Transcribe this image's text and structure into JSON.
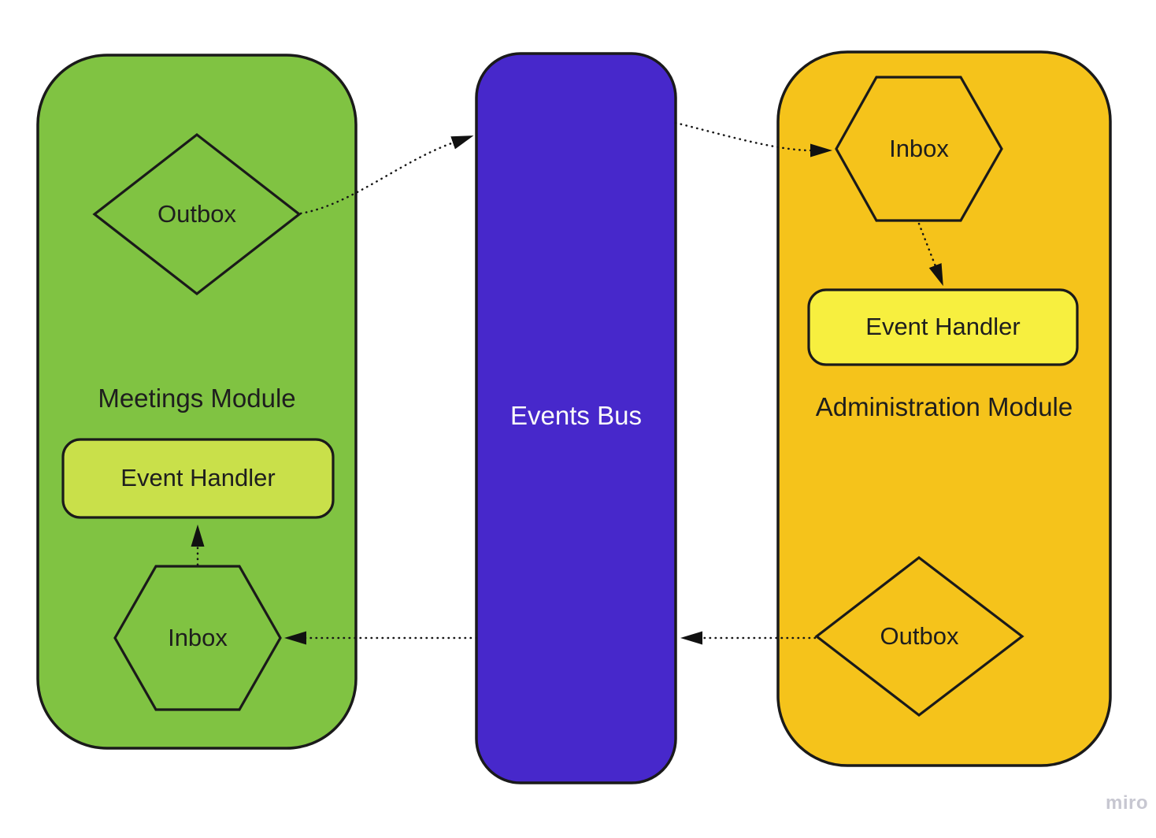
{
  "watermark": {
    "label": "miro"
  },
  "diagram": {
    "stroke_color": "#1a1a1a",
    "modules": {
      "meetings": {
        "title": "Meetings Module",
        "fill": "#80C342",
        "outbox_label": "Outbox",
        "event_handler_label": "Event Handler",
        "event_handler_fill": "#C9E04A",
        "inbox_label": "Inbox"
      },
      "events_bus": {
        "title": "Events Bus",
        "fill": "#4728CB"
      },
      "administration": {
        "title": "Administration Module",
        "fill": "#F5C31B",
        "inbox_label": "Inbox",
        "event_handler_label": "Event Handler",
        "event_handler_fill": "#F7EF3F",
        "outbox_label": "Outbox"
      }
    },
    "edges": [
      {
        "from": "meetings.outbox",
        "to": "events-bus",
        "style": "dotted-arrow"
      },
      {
        "from": "events-bus",
        "to": "administration.inbox",
        "style": "dotted-arrow"
      },
      {
        "from": "administration.inbox",
        "to": "administration.event-handler",
        "style": "dotted-arrow"
      },
      {
        "from": "administration.outbox",
        "to": "events-bus",
        "style": "dotted-arrow"
      },
      {
        "from": "events-bus",
        "to": "meetings.inbox",
        "style": "dotted-arrow"
      },
      {
        "from": "meetings.inbox",
        "to": "meetings.event-handler",
        "style": "dotted-arrow"
      }
    ]
  }
}
